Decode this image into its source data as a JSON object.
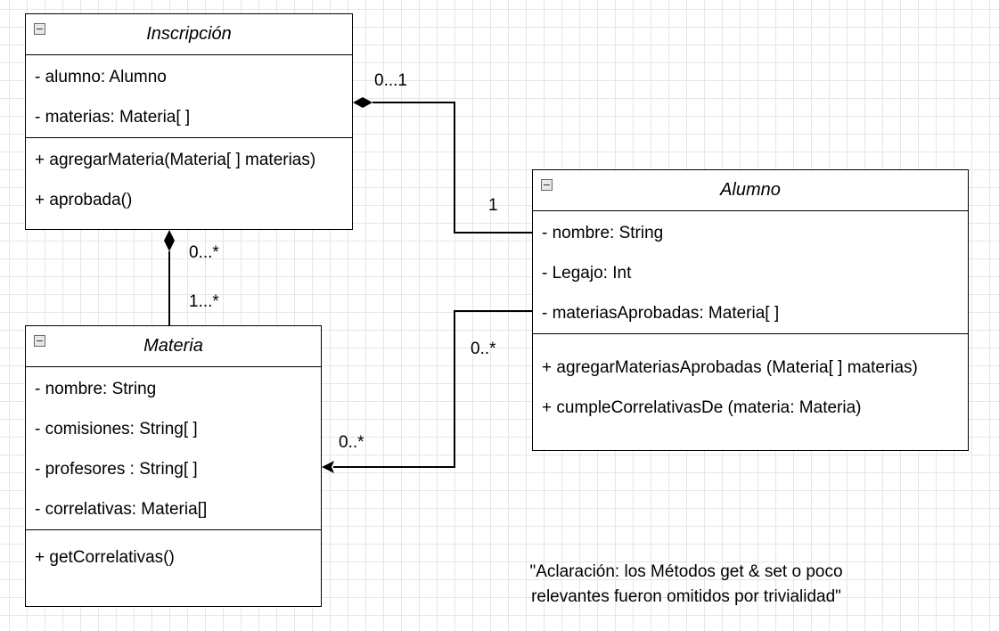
{
  "classes": {
    "inscripcion": {
      "name": "Inscripción",
      "attributes": [
        "- alumno: Alumno",
        "- materias: Materia[ ]"
      ],
      "methods": [
        "+ agregarMateria(Materia[ ] materias)",
        "+ aprobada()"
      ]
    },
    "alumno": {
      "name": "Alumno",
      "attributes": [
        "- nombre: String",
        "- Legajo: Int",
        "- materiasAprobadas: Materia[ ]"
      ],
      "methods": [
        "+ agregarMateriasAprobadas (Materia[ ] materias)",
        "+ cumpleCorrelativasDe (materia: Materia)"
      ]
    },
    "materia": {
      "name": "Materia",
      "attributes": [
        "- nombre: String",
        "- comisiones: String[ ]",
        "- profesores : String[ ]",
        "- correlativas: Materia[]"
      ],
      "methods": [
        "+ getCorrelativas()"
      ]
    }
  },
  "relations": {
    "inscripcion_alumno": {
      "type": "composition",
      "source_multiplicity": "0...1",
      "target_multiplicity": "1"
    },
    "inscripcion_materia": {
      "type": "composition",
      "source_multiplicity": "0...*",
      "target_multiplicity": "1...*"
    },
    "alumno_materia": {
      "type": "directed-association",
      "source_multiplicity": "0..*",
      "target_multiplicity": "0..*"
    }
  },
  "note": {
    "line1": "\"Aclaración: los Métodos get & set o poco",
    "line2": "relevantes fueron omitidos por trivialidad\""
  }
}
